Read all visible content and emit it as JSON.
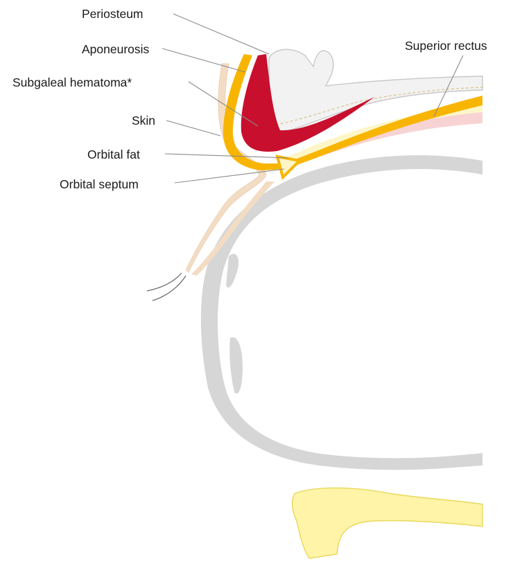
{
  "labels": {
    "periosteum": "Periosteum",
    "aponeurosis": "Aponeurosis",
    "subgaleal_hematoma": "Subgaleal hematoma*",
    "skin": "Skin",
    "orbital_fat": "Orbital fat",
    "orbital_septum": "Orbital septum",
    "superior_rectus": "Superior rectus"
  },
  "colors": {
    "bone": "#f2f2f2",
    "bone_outline": "#c8c8c8",
    "hematoma": "#c8102e",
    "aponeurosis": "#f7b500",
    "orbital_fat": "#fff6c8",
    "skin": "#f3dcc4",
    "muscle": "#f8d3d3",
    "globe": "#d6d6d6",
    "lower_bone": "#fff4a8",
    "lower_bone_outline": "#e8d85a",
    "leader": "#8a8a8a"
  }
}
